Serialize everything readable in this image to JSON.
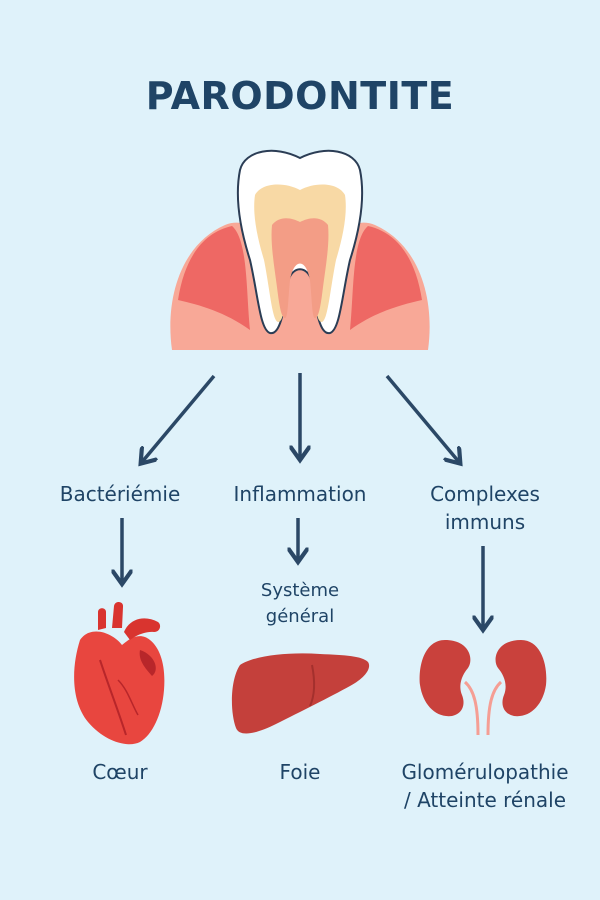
{
  "title": "PARODONTITE",
  "mechanisms": {
    "bacteriemie": "Bactériémie",
    "inflammation": "Inflammation",
    "complexes": "Complexes\nimmuns"
  },
  "sub_label": "Système\ngénéral",
  "organs": {
    "heart": "Cœur",
    "liver": "Foie",
    "kidney": "Glomérulopathie\n/ Atteinte rénale"
  },
  "colors": {
    "background": "#dff2fa",
    "text": "#1f4466",
    "arrow": "#2b4866",
    "gum": "#f3988e",
    "organ": "#e0443e"
  }
}
